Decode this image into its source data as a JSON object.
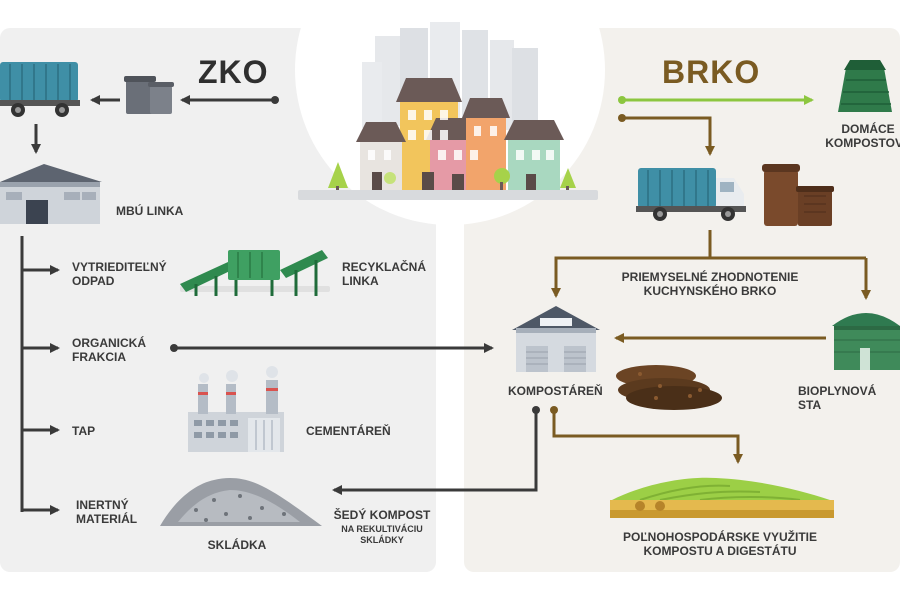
{
  "colors": {
    "panel_left": "#f0f0f0",
    "panel_right": "#f3f1ed",
    "arrow_dark": "#3a3a3a",
    "arrow_brown": "#7a5b22",
    "arrow_green": "#8cc63f",
    "truck_blue": "#3f8fa6",
    "building_gray": "#cfd4da",
    "compost_brown": "#5b3a1e",
    "field_green": "#9ccf46",
    "biogas_green": "#3f8a5a"
  },
  "left": {
    "title": "ZKO",
    "mbu_label": "MBÚ LINKA",
    "branches": [
      {
        "label": "VYTRIEDITEĽNÝ\nODPAD"
      },
      {
        "label": "ORGANICKÁ\nFRAKCIA"
      },
      {
        "label": "TAP"
      },
      {
        "label": "INERTNÝ\nMATERIÁL"
      }
    ],
    "recycling_label": "RECYKLAČNÁ\nLINKA",
    "cement_label": "CEMENTÁREŇ",
    "landfill_label": "SKLÁDKA",
    "grey_compost_title": "ŠEDÝ KOMPOST",
    "grey_compost_sub": "NA REKULTIVÁCIU\nSKLÁDKY"
  },
  "right": {
    "title": "BRKO",
    "home_compost_label": "DOMÁCE\nKOMPOSTOVA",
    "industrial_label": "PRIEMYSELNÉ ZHODNOTENIE\nKUCHYNSKÉHO BRKO",
    "composting_label": "KOMPOSTÁREŇ",
    "biogas_label": "BIOPLYNOVÁ STA",
    "agri_label": "POĽNOHOSPODÁRSKE VYUŽITIE\nKOMPOSTU A DIGESTÁTU"
  },
  "icons": {
    "city": "city-icon",
    "garbage_truck": "garbage-truck-icon",
    "waste_bins": "waste-bins-icon",
    "warehouse": "mbu-warehouse-icon",
    "recycling_line": "recycling-line-icon",
    "cement_plant": "cement-plant-icon",
    "landfill": "landfill-icon",
    "home_composter": "home-composter-icon",
    "brown_bins": "brown-bins-icon",
    "composting_plant": "composting-plant-icon",
    "compost_piles": "compost-piles-icon",
    "biogas_station": "biogas-station-icon",
    "field": "agricultural-field-icon"
  }
}
